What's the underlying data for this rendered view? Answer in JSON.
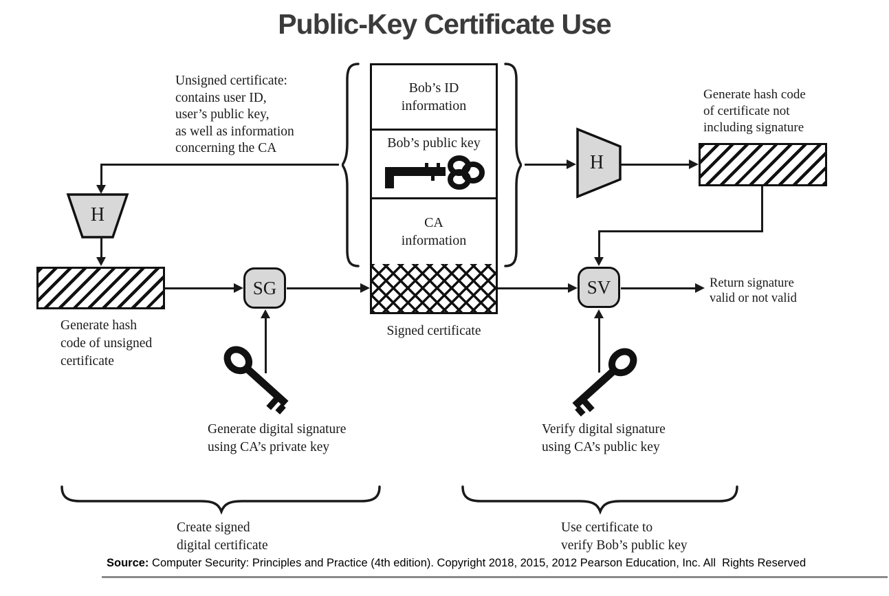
{
  "title": "Public-Key Certificate Use",
  "nodes": {
    "hash_left": "H",
    "hash_right": "H",
    "sign_generate": "SG",
    "sign_verify": "SV"
  },
  "certificate_box": {
    "section_id": "Bob’s ID\ninformation",
    "section_key": "Bob’s public key",
    "section_ca": "CA\ninformation",
    "caption": "Signed certificate"
  },
  "labels": {
    "unsigned_certificate_note": "Unsigned certificate:\ncontains user ID,\nuser’s public key,\nas well as information\nconcerning the CA",
    "generate_hash_left": "Generate hash\ncode of unsigned\ncertificate",
    "generate_hash_right": "Generate hash code\nof certificate not\nincluding signature",
    "generate_signature": "Generate digital signature\nusing CA’s private key",
    "verify_signature": "Verify digital signature\nusing CA’s public key",
    "return_signature": "Return signature\nvalid or not valid",
    "brace_left_caption": "Create signed\ndigital certificate",
    "brace_right_caption": "Use certificate to\nverify Bob’s public key"
  },
  "source": {
    "prefix": "Source:",
    "text": " Computer Security: Principles and Practice (4th edition). Copyright 2018, 2015, 2012 Pearson Education, Inc. All  Rights Reserved"
  },
  "colors": {
    "node_fill": "#d8d8d8",
    "ink": "#1a1a1a",
    "title": "#3b3b3b",
    "rule": "#8a8a8a"
  }
}
